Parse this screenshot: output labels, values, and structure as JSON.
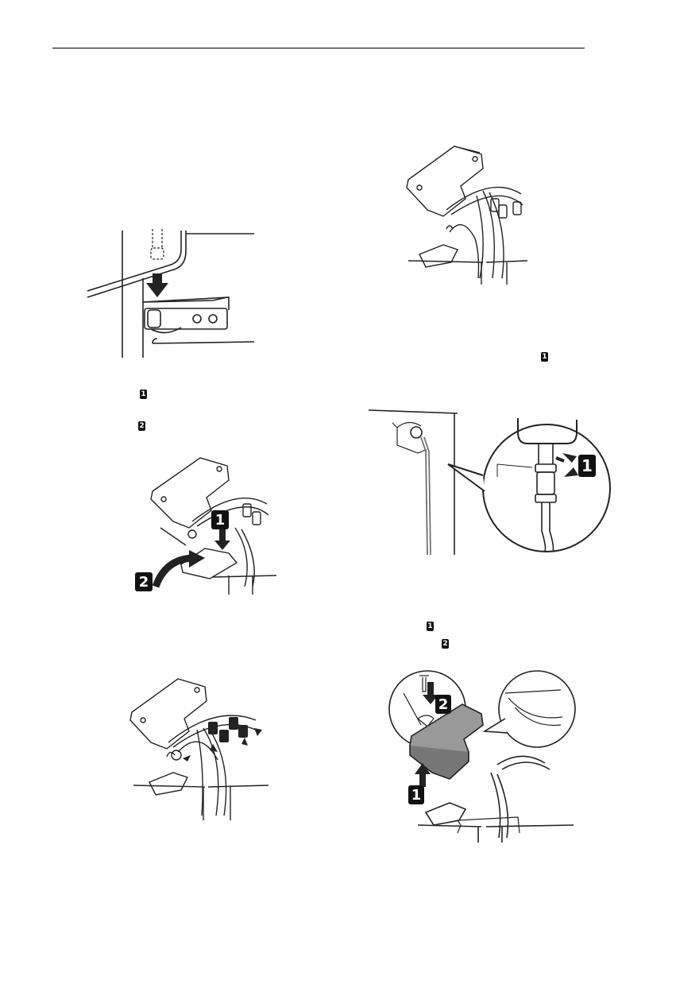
{
  "page": {
    "step_markers": [
      {
        "id": "a",
        "text": "1"
      },
      {
        "id": "b",
        "text": "2"
      },
      {
        "id": "c",
        "text": "1"
      },
      {
        "id": "d",
        "text": "1"
      },
      {
        "id": "e",
        "text": "2"
      }
    ]
  },
  "figures": {
    "hinge_pin": {},
    "cover_top_right": {},
    "bracket_rotate": {
      "labels": [
        "1",
        "2"
      ]
    },
    "water_line": {
      "labels": [
        "1"
      ]
    },
    "wire_connectors": {},
    "cover_screw": {
      "labels": [
        "2",
        "1"
      ]
    }
  }
}
